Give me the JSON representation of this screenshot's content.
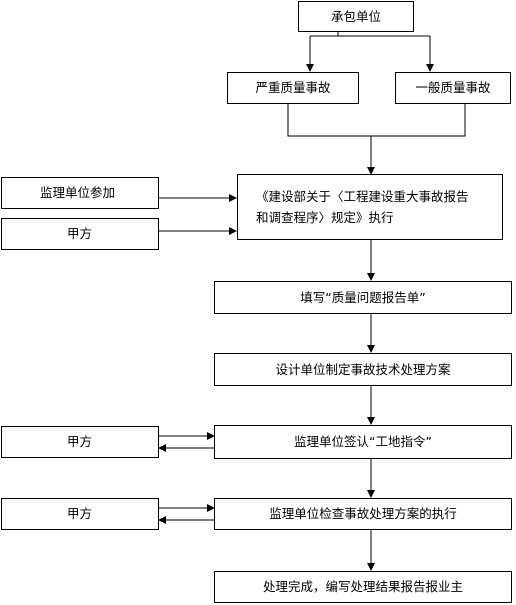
{
  "boxes": {
    "contractor": "承包单位",
    "serious_accident": "严重质量事故",
    "general_accident": "一般质量事故",
    "regulation_line1": "《建设部关于〈工程建设重大事故报告",
    "regulation_line2": "和调查程序〉规定》执行",
    "supervisor_participates": "监理单位参加",
    "party_a_top": "甲方",
    "fill_form": "填写“质量问题报告单”",
    "design_plan": "设计单位制定事故技术处理方案",
    "party_a_mid": "甲方",
    "sign_instruction": "监理单位签认“工地指令”",
    "party_a_bottom": "甲方",
    "inspect_execution": "监理单位检查事故处理方案的执行",
    "complete_report": "处理完成，编写处理结果报告报业主"
  }
}
